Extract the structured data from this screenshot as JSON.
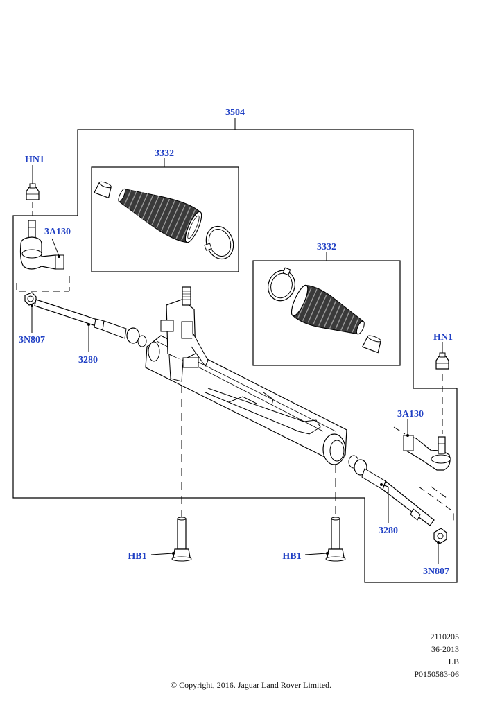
{
  "callouts": {
    "assembly": "3504",
    "boot_kit_left": "3332",
    "boot_kit_right": "3332",
    "nut_left": "HN1",
    "nut_right": "HN1",
    "tie_rod_end_left": "3A130",
    "tie_rod_end_right": "3A130",
    "locknut_left": "3N807",
    "locknut_right": "3N807",
    "inner_tie_rod_left": "3280",
    "inner_tie_rod_right": "3280",
    "bolt_left": "HB1",
    "bolt_right": "HB1"
  },
  "reference": {
    "line1": "2110205",
    "line2": "36-2013",
    "line3": "LB",
    "line4": "P0150583-06"
  },
  "copyright": "© Copyright, 2016. Jaguar Land Rover Limited.",
  "colors": {
    "callout": "#1f3fc4",
    "linework": "#000000",
    "part_fill": "#ffffff",
    "boot_fill": "#3a3a3a"
  }
}
